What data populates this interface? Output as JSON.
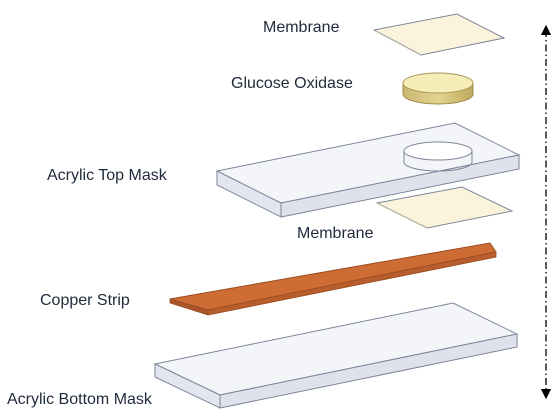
{
  "layers": [
    {
      "id": "membrane-top",
      "label": "Membrane",
      "fill": "#fbf3dc"
    },
    {
      "id": "glucose-oxidase",
      "label": "Glucose Oxidase",
      "fill": "#f1e6a4"
    },
    {
      "id": "acrylic-top-mask",
      "label": "Acrylic Top Mask",
      "fill": "#eef0f5"
    },
    {
      "id": "membrane-mid",
      "label": "Membrane",
      "fill": "#fbf3dc"
    },
    {
      "id": "copper-strip",
      "label": "Copper Strip",
      "fill": "#cd6d35"
    },
    {
      "id": "acrylic-bottom-mask",
      "label": "Acrylic Bottom Mask",
      "fill": "#eef0f5"
    }
  ],
  "colors": {
    "outline": "#7d8699",
    "text": "#1f2a3a",
    "arrow": "#000000"
  },
  "arrow": {
    "style": "dash-dot",
    "direction": "both"
  }
}
